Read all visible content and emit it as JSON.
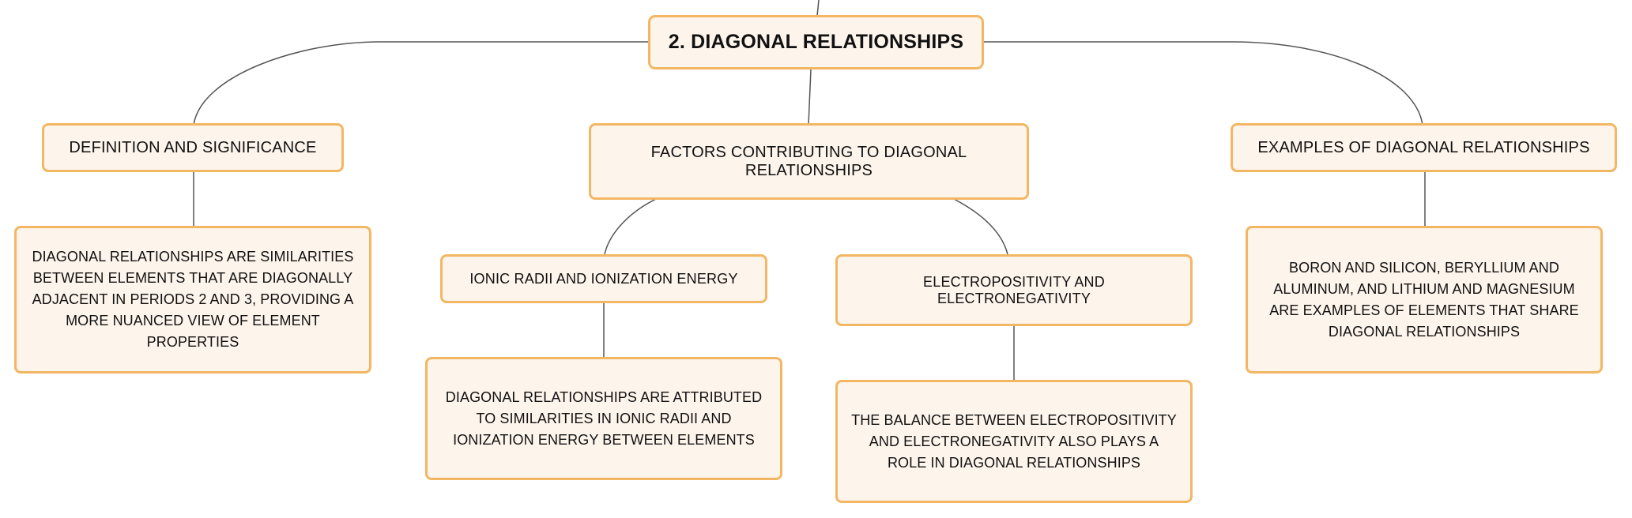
{
  "diagram": {
    "root": {
      "label": "2. DIAGONAL RELATIONSHIPS"
    },
    "branches": {
      "definition": {
        "label": "DEFINITION AND SIGNIFICANCE",
        "detail": "DIAGONAL RELATIONSHIPS ARE SIMILARITIES BETWEEN ELEMENTS THAT ARE DIAGONALLY ADJACENT IN PERIODS 2 AND 3, PROVIDING A MORE NUANCED VIEW OF ELEMENT PROPERTIES"
      },
      "factors": {
        "label": "FACTORS CONTRIBUTING TO DIAGONAL RELATIONSHIPS",
        "ionic": {
          "label": "IONIC RADII AND IONIZATION ENERGY",
          "detail": "DIAGONAL RELATIONSHIPS ARE ATTRIBUTED TO SIMILARITIES IN IONIC RADII AND IONIZATION ENERGY BETWEEN ELEMENTS"
        },
        "electro": {
          "label": "ELECTROPOSITIVITY AND ELECTRONEGATIVITY",
          "detail": "THE BALANCE BETWEEN ELECTROPOSITIVITY AND ELECTRONEGATIVITY ALSO PLAYS A ROLE IN DIAGONAL RELATIONSHIPS"
        }
      },
      "examples": {
        "label": "EXAMPLES OF DIAGONAL RELATIONSHIPS",
        "detail": "BORON AND SILICON, BERYLLIUM AND ALUMINUM, AND LITHIUM AND MAGNESIUM ARE EXAMPLES OF ELEMENTS THAT SHARE DIAGONAL RELATIONSHIPS"
      }
    },
    "colors": {
      "node_fill": "#fdf4ec",
      "node_border": "#f3b764",
      "connector": "#555555",
      "text": "#111111"
    }
  }
}
